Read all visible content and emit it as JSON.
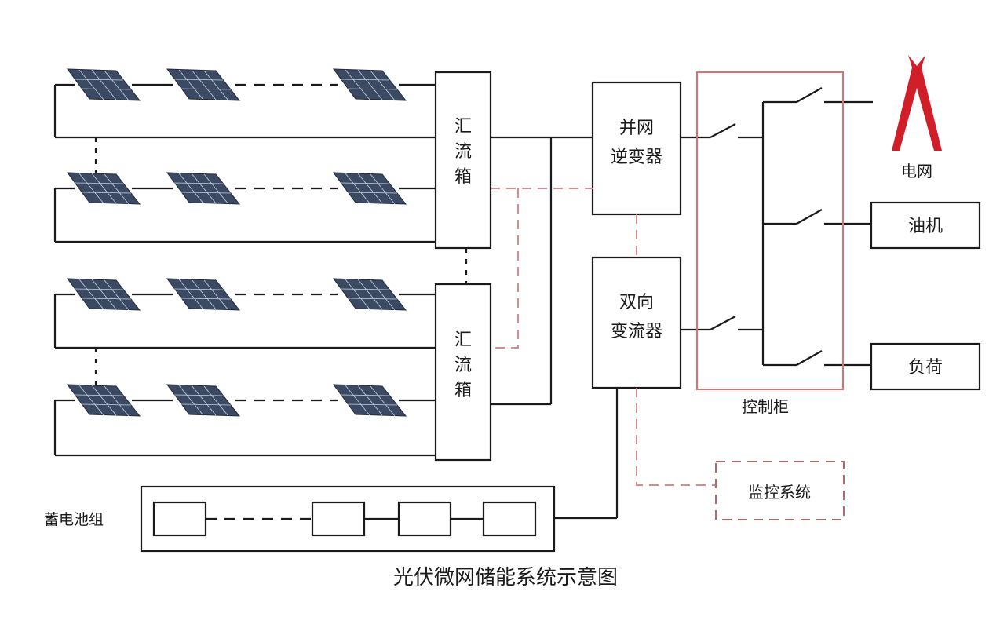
{
  "boxes": {
    "combiner_top": [
      "汇",
      "流",
      "箱"
    ],
    "combiner_bottom": [
      "汇",
      "流",
      "箱"
    ],
    "grid_inverter": [
      "并网",
      "逆变器"
    ],
    "bidirectional_converter": [
      "双向",
      "变流器"
    ],
    "diesel_generator": "油机",
    "load": "负荷",
    "monitoring_system": "监控系统"
  },
  "labels": {
    "grid": "电网",
    "control_cabinet": "控制柜",
    "battery_bank": "蓄电池组"
  },
  "caption": "光伏微网储能系统示意图",
  "colors": {
    "line": "#1a1a1a",
    "control_cabinet_border": "#e07070",
    "signal_dash": "#d98a8a",
    "grid_tower": "#d11f2a",
    "solar_panel": "#3b4a62"
  },
  "icons": {
    "solar_panel": "solar-panel-icon",
    "grid_tower": "transmission-tower-icon",
    "switch": "switch-icon",
    "battery_cell": "battery-cell-icon"
  }
}
